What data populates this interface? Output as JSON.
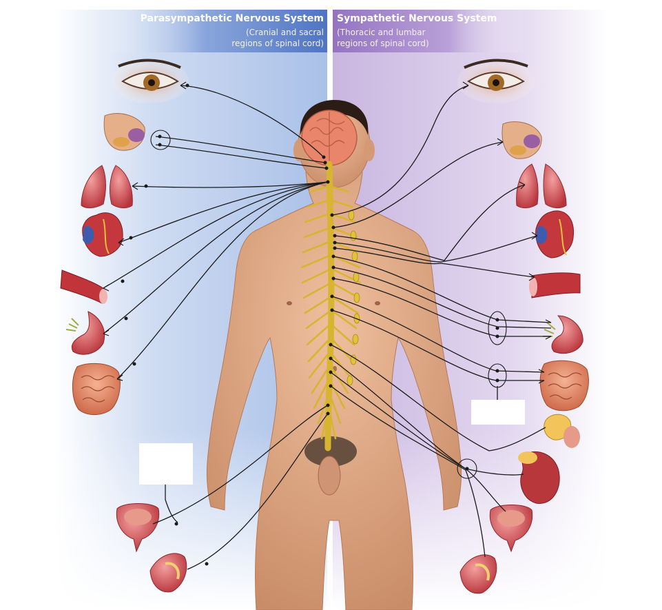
{
  "headers": {
    "parasympathetic": {
      "title": "Parasympathetic Nervous System",
      "line1": "(Cranial and sacral",
      "line2": "regions of spinal cord)"
    },
    "sympathetic": {
      "title": "Sympathetic Nervous System",
      "line1": "(Thoracic and lumbar",
      "line2": "regions of spinal cord)"
    }
  },
  "colors": {
    "parasympathetic_band": "#5b7fc9",
    "sympathetic_band": "#9b7cc4",
    "parasympathetic_bg": "#b9cdec",
    "sympathetic_bg": "#d5c5e6",
    "skin": "#e2ab88",
    "nerve": "#d8b531",
    "brain": "#e9856a",
    "line": "#1a1a1a"
  },
  "label_boxes": [
    {
      "id": "para-blank-label"
    },
    {
      "id": "symp-blank-label"
    }
  ]
}
